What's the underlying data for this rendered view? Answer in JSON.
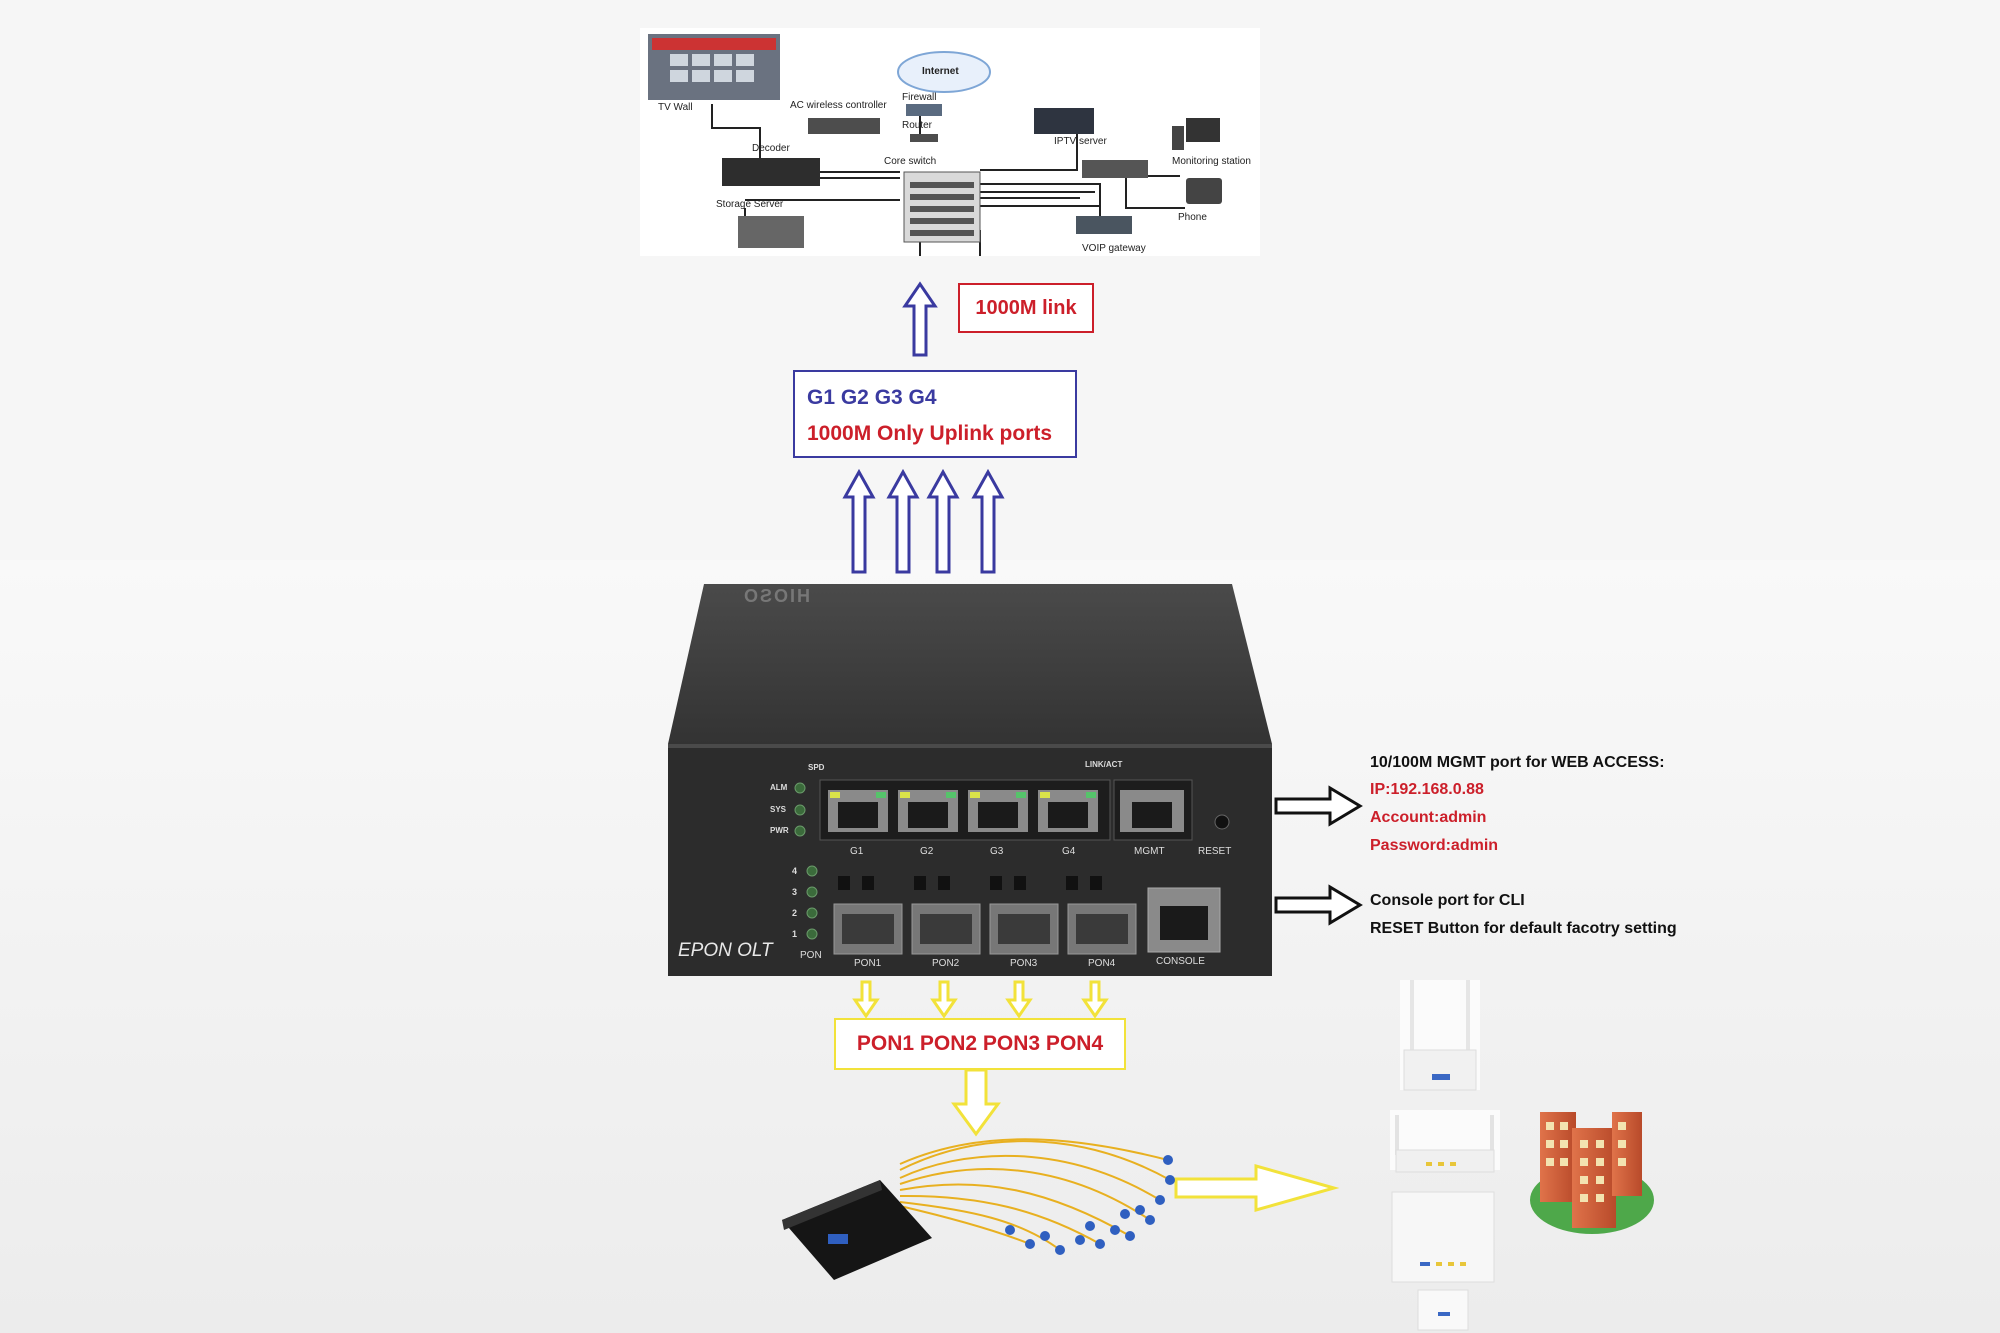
{
  "network": {
    "internet": "Internet",
    "tv_wall": "TV Wall",
    "ac_controller": "AC wireless controller",
    "firewall": "Firewall",
    "router": "Router",
    "iptv": "IPTV server",
    "decoder": "Decoder",
    "core_switch": "Core switch",
    "monitoring": "Monitoring station",
    "storage": "Storage Server",
    "phone": "Phone",
    "voip": "VOIP gateway"
  },
  "link_label": "1000M link",
  "uplink": {
    "ports": "G1 G2 G3 G4",
    "desc": "1000M Only Uplink ports"
  },
  "device": {
    "brand": "HIOSO",
    "model": "EPON OLT",
    "spd": "SPD",
    "link_act": "LINK/ACT",
    "leds": [
      "ALM",
      "SYS",
      "PWR"
    ],
    "pon_leds": [
      "4",
      "3",
      "2",
      "1"
    ],
    "pon_label": "PON",
    "rj_ports": [
      "G1",
      "G2",
      "G3",
      "G4"
    ],
    "mgmt": "MGMT",
    "reset": "RESET",
    "sfp_ports": [
      "PON1",
      "PON2",
      "PON3",
      "PON4"
    ],
    "console": "CONSOLE"
  },
  "mgmt_info": {
    "title": "10/100M MGMT port for WEB ACCESS:",
    "ip": "IP:192.168.0.88",
    "account": "Account:admin",
    "password": "Password:admin"
  },
  "console_info": {
    "line1": "Console port for CLI",
    "line2": "RESET Button for default facotry setting"
  },
  "pon_label": "PON1 PON2 PON3 PON4",
  "colors": {
    "blue": "#3a3aa0",
    "red": "#cc1f2a",
    "yellow": "#f2e23a"
  }
}
